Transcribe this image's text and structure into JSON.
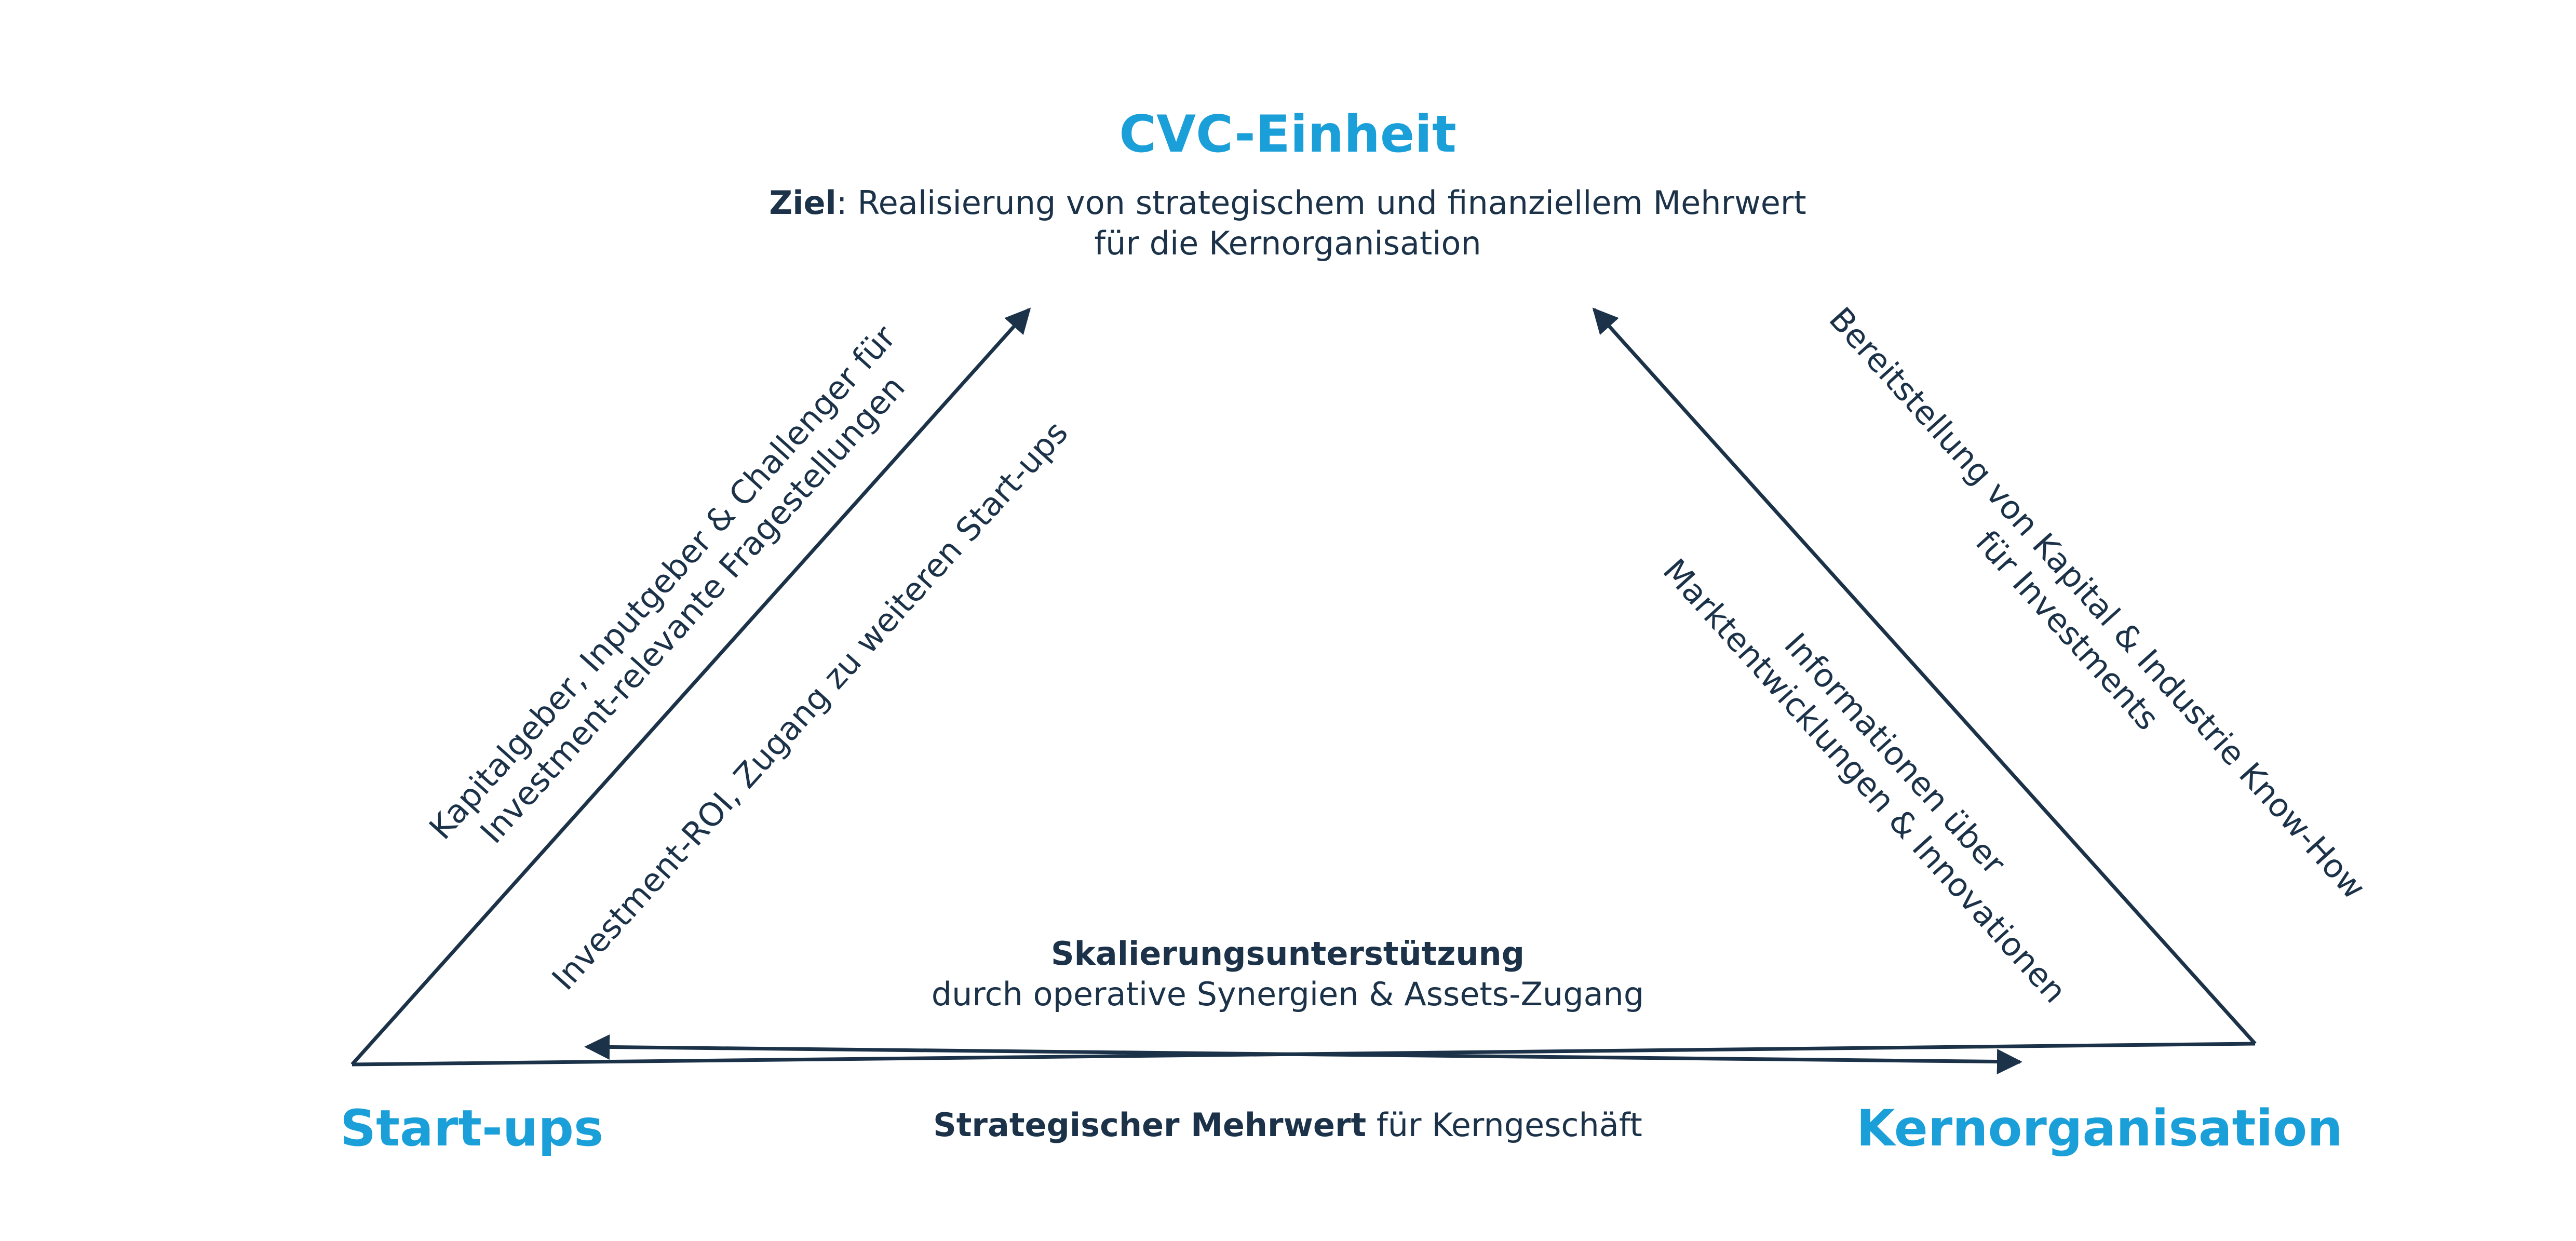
{
  "colors": {
    "accent": "#1a9fd9",
    "dark": "#1b3249",
    "background": "#ffffff"
  },
  "top": {
    "title": "CVC-Einheit",
    "goal_label": "Ziel",
    "goal_text_1": ": Realisierung von strategischem und finanziellem Mehrwert",
    "goal_text_2": "für die Kernorganisation"
  },
  "nodes": {
    "left": "Start-ups",
    "right": "Kernorganisation"
  },
  "left_edge": {
    "outer_line_1": "Kapitalgeber, Inputgeber & Challenger für",
    "outer_line_2": "Investment-relevante Fragestellungen",
    "inner_line_1": "Investment-ROI, Zugang zu weiteren Start-ups"
  },
  "right_edge": {
    "outer_line_1": "Bereitstellung von Kapital & Industrie Know-How",
    "outer_line_2": "für Investments",
    "inner_line_1": "Informationen über",
    "inner_line_2": "Marktentwicklungen & Innovationen"
  },
  "bottom": {
    "upper_bold": "Skalierungsunterstützung",
    "upper_text": "durch operative Synergien & Assets-Zugang",
    "lower_bold": "Strategischer Mehrwert",
    "lower_text": " für Kerngeschäft"
  }
}
